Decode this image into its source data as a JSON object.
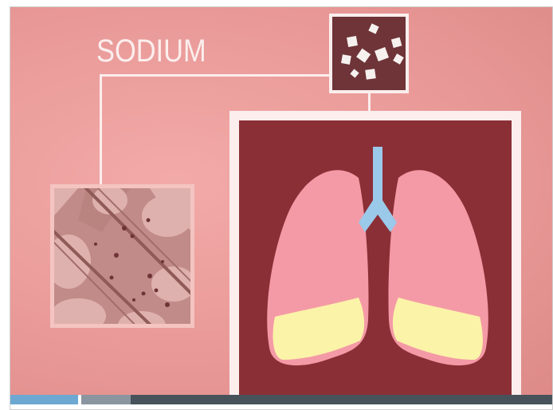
{
  "video": {
    "title_text": "SODIUM",
    "progress": {
      "played_fraction": 0.127,
      "buffered_fraction": 0.222
    }
  },
  "icons": {
    "crystals": "sodium-crystals-icon",
    "tissue": "lung-tissue-icon",
    "lungs": "lungs-icon"
  },
  "colors": {
    "background": "#e99a98",
    "frame_light": "#fbeeed",
    "lung_panel": "#8b2f36",
    "lung_pink": "#f49aa6",
    "trachea_blue": "#9bc9ea",
    "fluid_yellow": "#fbf3a8",
    "progress_played": "#6ca8d2"
  }
}
